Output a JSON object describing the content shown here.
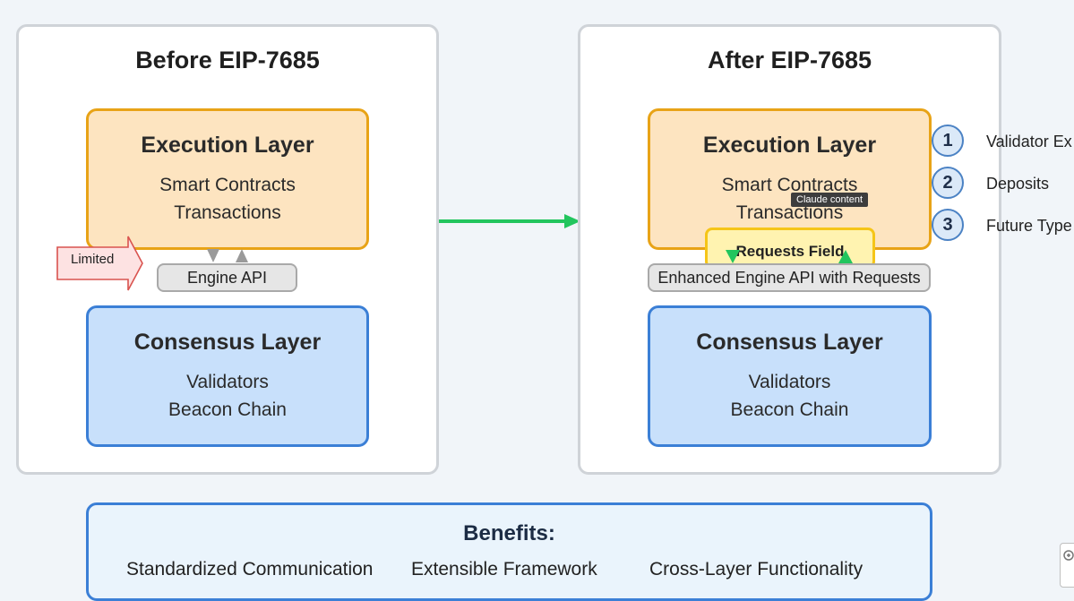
{
  "before": {
    "title": "Before EIP-7685",
    "execution": {
      "title": "Execution Layer",
      "items": [
        "Smart Contracts",
        "Transactions"
      ]
    },
    "engine_api": "Engine API",
    "limited_label": "Limited",
    "consensus": {
      "title": "Consensus Layer",
      "items": [
        "Validators",
        "Beacon Chain"
      ]
    }
  },
  "after": {
    "title": "After EIP-7685",
    "execution": {
      "title": "Execution Layer",
      "items": [
        "Smart Contracts",
        "Transactions"
      ]
    },
    "requests_field": "Requests Field",
    "engine_api": "Enhanced Engine API with Requests",
    "consensus": {
      "title": "Consensus Layer",
      "items": [
        "Validators",
        "Beacon Chain"
      ]
    },
    "steps": [
      {
        "number": "1",
        "label": "Validator Ex"
      },
      {
        "number": "2",
        "label": "Deposits"
      },
      {
        "number": "3",
        "label": "Future Type"
      }
    ]
  },
  "tooltip": "Claude content",
  "benefits": {
    "title": "Benefits:",
    "items": [
      "Standardized Communication",
      "Extensible Framework",
      "Cross-Layer Functionality"
    ]
  },
  "colors": {
    "execution_fill": "#fde4c0",
    "execution_border": "#e8a317",
    "consensus_fill": "#c8e0fb",
    "consensus_border": "#3b7fd6",
    "transition_arrow": "#22c55e",
    "limited_fill": "#fde2e2",
    "limited_border": "#d9534f",
    "requests_fill": "#fff3b0",
    "requests_border": "#f5c518"
  }
}
